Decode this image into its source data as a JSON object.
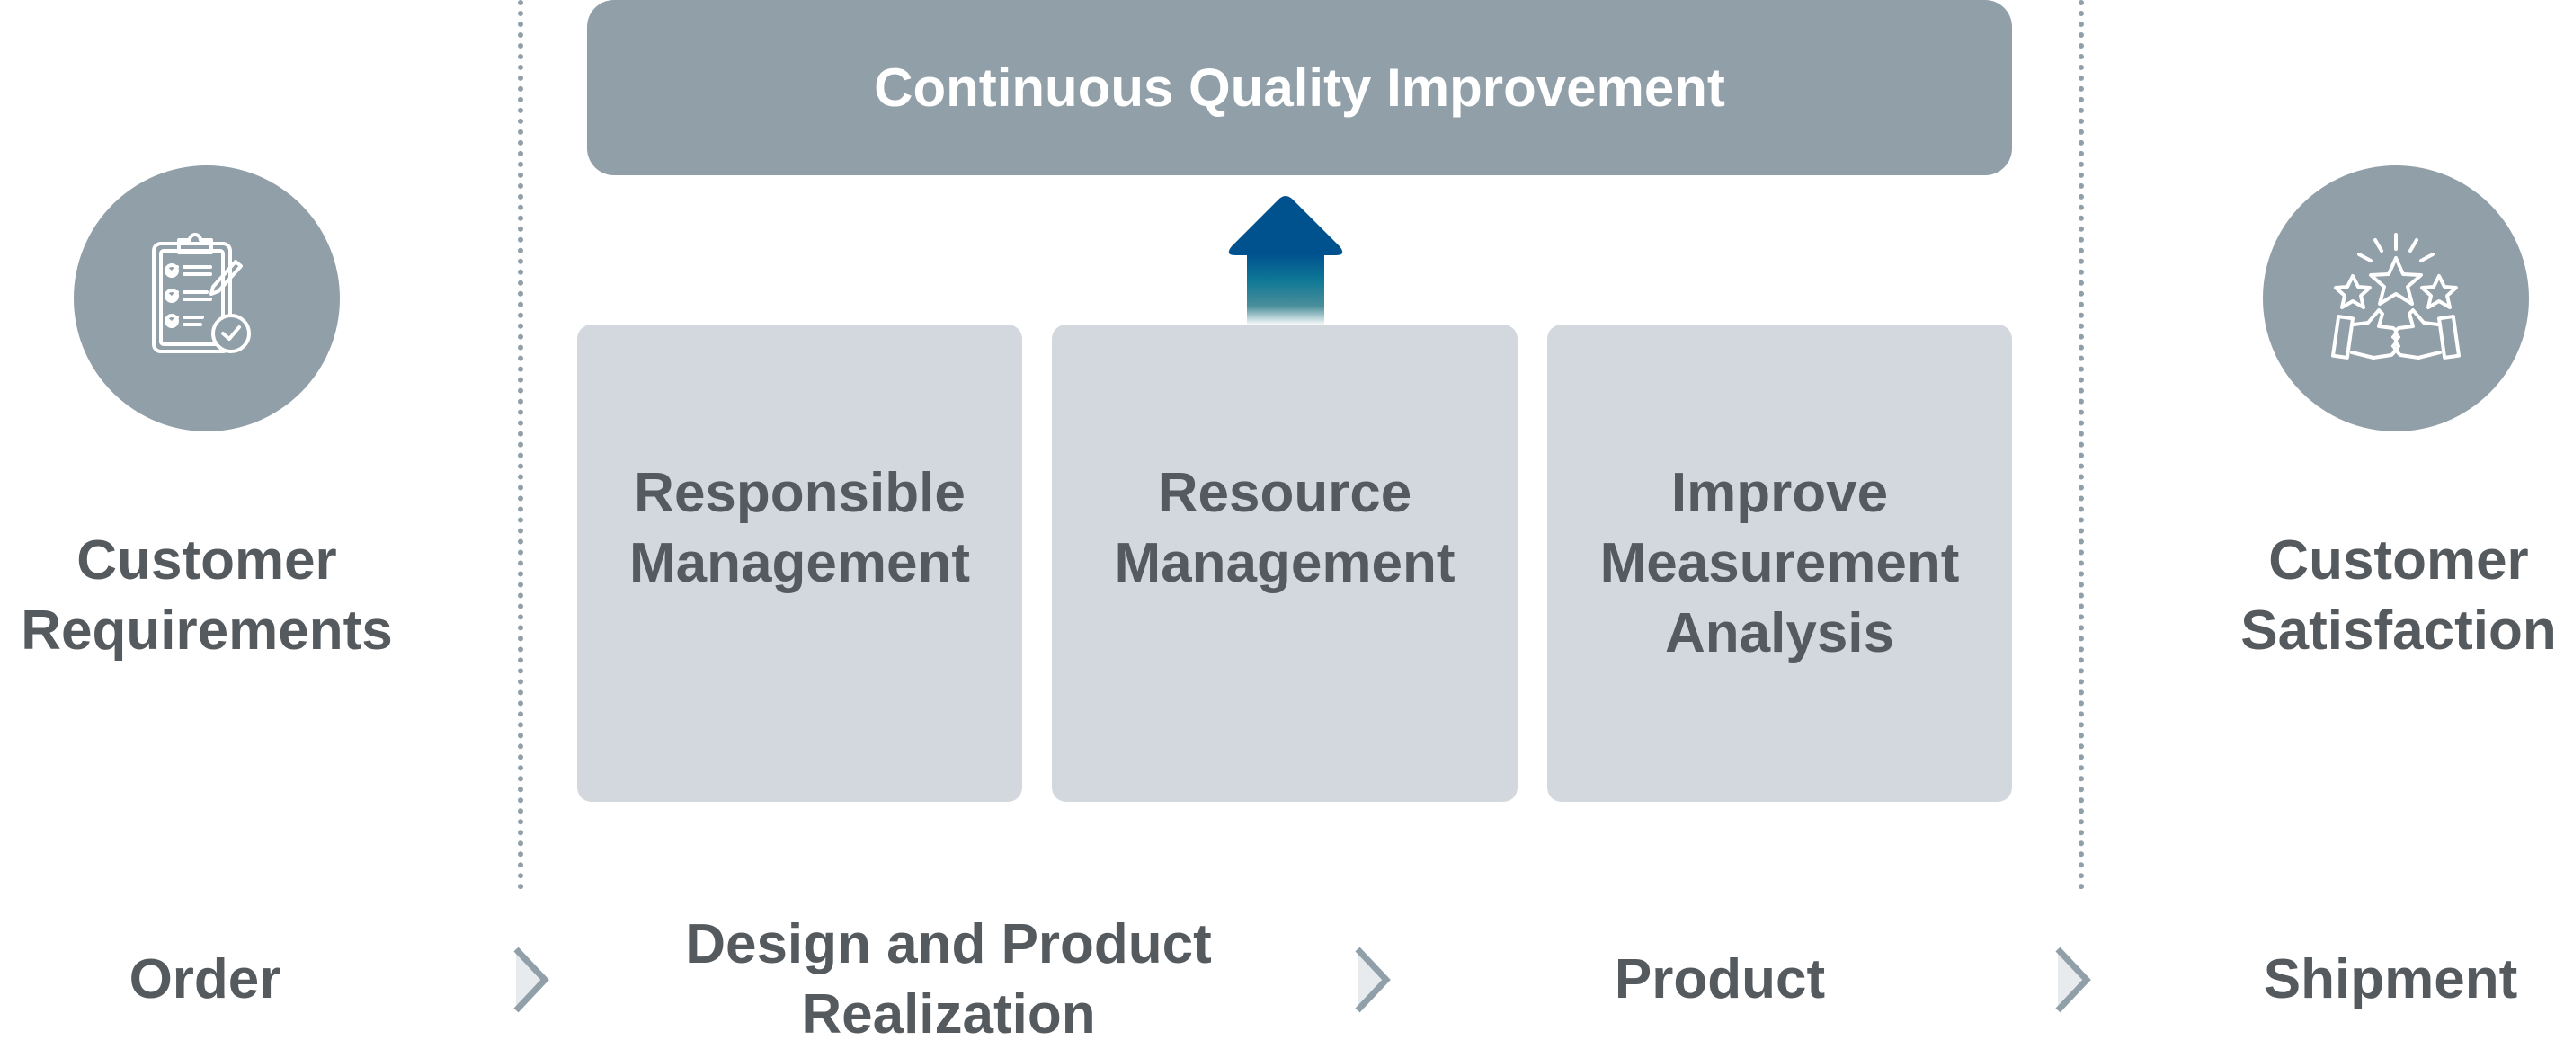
{
  "title": "Continuous Quality Improvement",
  "left": {
    "icon": "clipboard-checklist-icon",
    "label_line1": "Customer",
    "label_line2": "Requirements"
  },
  "right": {
    "icon": "stars-thumbs-up-icon",
    "label_line1": "Customer",
    "label_line2": "Satisfaction"
  },
  "boxes": [
    {
      "lines": [
        "Responsible",
        "Management"
      ]
    },
    {
      "lines": [
        "Resource",
        "Management"
      ]
    },
    {
      "lines": [
        "Improve",
        "Measurement",
        "Analysis"
      ]
    }
  ],
  "stages": {
    "order": "Order",
    "design_line1": "Design and Product",
    "design_line2": "Realization",
    "product": "Product",
    "shipment": "Shipment"
  },
  "colors": {
    "accent": "#919fa8",
    "box": "#d3d8de",
    "arrow": "#00528f",
    "text": "#555a5e"
  }
}
